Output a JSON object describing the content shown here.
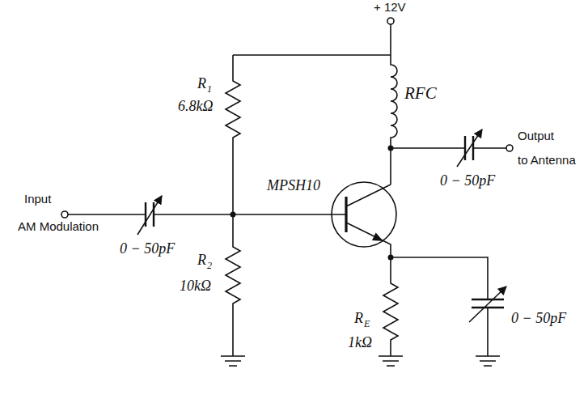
{
  "diagram": {
    "labels": [
      "+ 12V",
      "R",
      "1",
      "6.8kΩ",
      "RFC",
      "Output",
      "to Antenna",
      "0 − 50pF",
      "Input",
      "AM Modulation",
      "0 − 50pF",
      "MPSH10",
      "R",
      "2",
      "10kΩ",
      "R",
      "E",
      "1kΩ",
      "0 − 50pF"
    ]
  }
}
